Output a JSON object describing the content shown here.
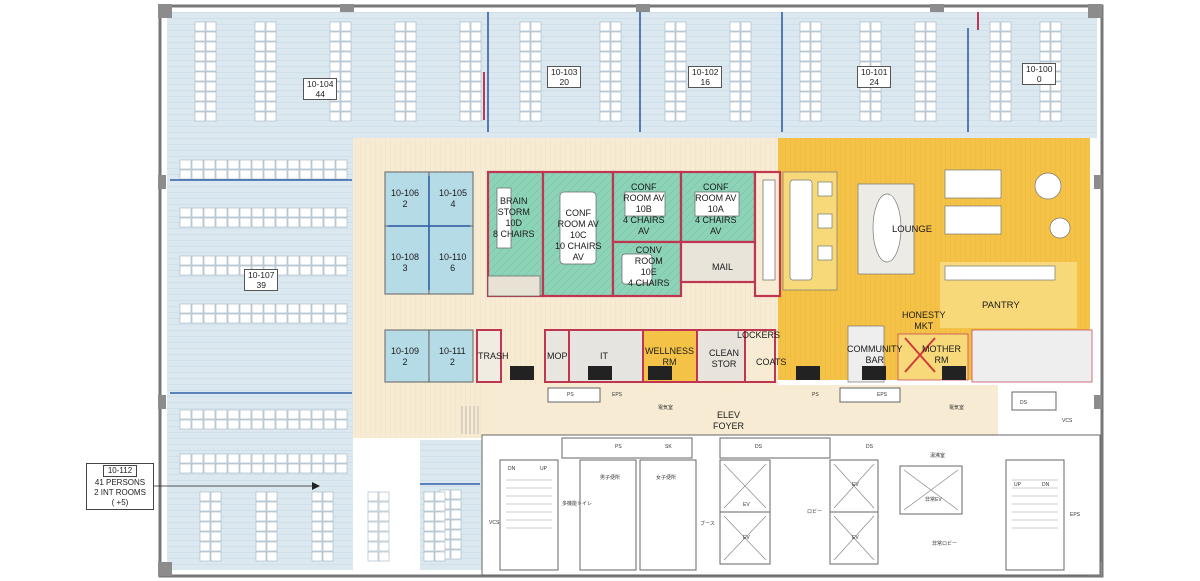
{
  "rooms": {
    "r10104": {
      "id": "10-104",
      "count": "44"
    },
    "r10103": {
      "id": "10-103",
      "count": "20"
    },
    "r10102": {
      "id": "10-102",
      "count": "16"
    },
    "r10101": {
      "id": "10-101",
      "count": "24"
    },
    "r10100": {
      "id": "10-100",
      "count": "0"
    },
    "r10106": {
      "id": "10-106",
      "count": "2"
    },
    "r10105": {
      "id": "10-105",
      "count": "4"
    },
    "r10108": {
      "id": "10-108",
      "count": "3"
    },
    "r10110": {
      "id": "10-110",
      "count": "6"
    },
    "r10109": {
      "id": "10-109",
      "count": "2"
    },
    "r10111": {
      "id": "10-111",
      "count": "2"
    },
    "r10107": {
      "id": "10-107",
      "count": "39"
    }
  },
  "labels": {
    "brainstorm": [
      "BRAIN",
      "STORM",
      "10D",
      "8 CHAIRS"
    ],
    "conf_room_10c": [
      "CONF",
      "ROOM AV",
      "10C",
      "10 CHAIRS",
      "AV"
    ],
    "conf_room_10b": [
      "CONF",
      "ROOM AV",
      "10B",
      "4 CHAIRS",
      "AV"
    ],
    "conf_room_10a": [
      "CONF",
      "ROOM AV",
      "10A",
      "4 CHAIRS",
      "AV"
    ],
    "conv_room": [
      "CONV",
      "ROOM",
      "10E",
      "4 CHAIRS"
    ],
    "mail": "MAIL",
    "lounge": "LOUNGE",
    "pantry": "PANTRY",
    "honesty": [
      "HONESTY",
      "MKT"
    ],
    "community_bar": [
      "COMMUNITY",
      "BAR"
    ],
    "mother_rm": [
      "MOTHER",
      "RM"
    ],
    "trash": "TRASH",
    "mop": "MOP",
    "it": "IT",
    "wellness": [
      "WELLNESS",
      "RM"
    ],
    "clean_stor": [
      "CLEAN",
      "STOR"
    ],
    "lockers": "LOCKERS",
    "coats": "COATS",
    "elev_foyer": [
      "ELEV",
      "FOYER"
    ]
  },
  "core_labels": {
    "ps1": "PS",
    "eps1": "EPS",
    "elec1": "電気室",
    "ps2": "PS",
    "eps2": "EPS",
    "elec2": "電気室",
    "ps3": "PS",
    "sk": "SK",
    "mens_wc": "男子便所",
    "womens_wc": "女子便所",
    "ds1": "DS",
    "ds2": "DS",
    "ds3": "DS",
    "vcs1": "VCS",
    "vcs2": "VCS",
    "eps3": "EPS",
    "lobby": "ロビー",
    "ev1": "EV",
    "ev2": "EV",
    "ev3": "EV",
    "ev4": "EV",
    "nonstop_lobby": "非常ロビー",
    "emergency_ev": "非常EV",
    "up1": "UP",
    "dn1": "DN",
    "up2": "UP",
    "dn2": "DN",
    "washroom": "湯沸室",
    "multi_toilet": "多機能トイレ",
    "booth": "ブース"
  },
  "legend": {
    "id": "10-112",
    "line1": "41 PERSONS",
    "line2": "2 INT ROOMS",
    "line3": "( +5)"
  },
  "colors": {
    "open_office": "#dbe8ef",
    "circulation": "#f7ecd3",
    "meeting": "#8dd3b8",
    "focus_room": "#b5dbe6",
    "lounge": "#f7c544",
    "core": "#ffffff",
    "wall": "#8a8a8a",
    "accent_wall": "#c0354f",
    "partition": "#2f5fa8"
  }
}
